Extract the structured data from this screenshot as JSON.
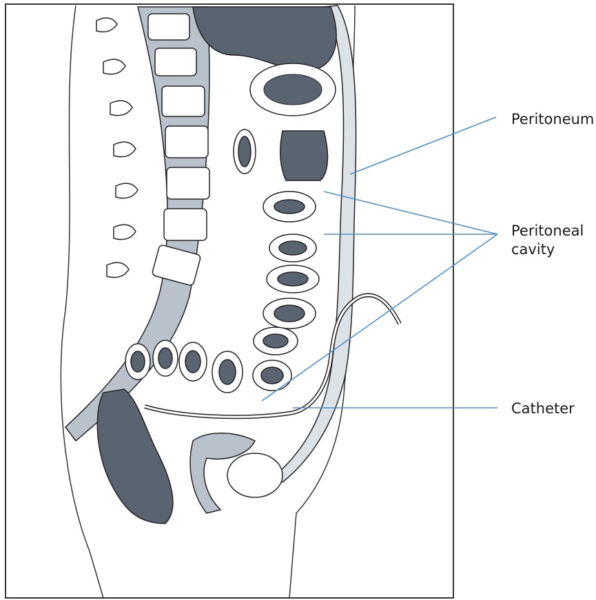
{
  "labels": {
    "peritoneum": "Peritoneum",
    "peritoneal_cavity_line1": "Peritoneal",
    "peritoneal_cavity_line2": "cavity",
    "catheter": "Catheter"
  },
  "colors": {
    "leader_line": "#4a8fd4",
    "outline": "#222222",
    "tissue_light": "#dde2e7",
    "tissue_mid": "#b9c2cb",
    "tissue_dark": "#5a6470"
  }
}
